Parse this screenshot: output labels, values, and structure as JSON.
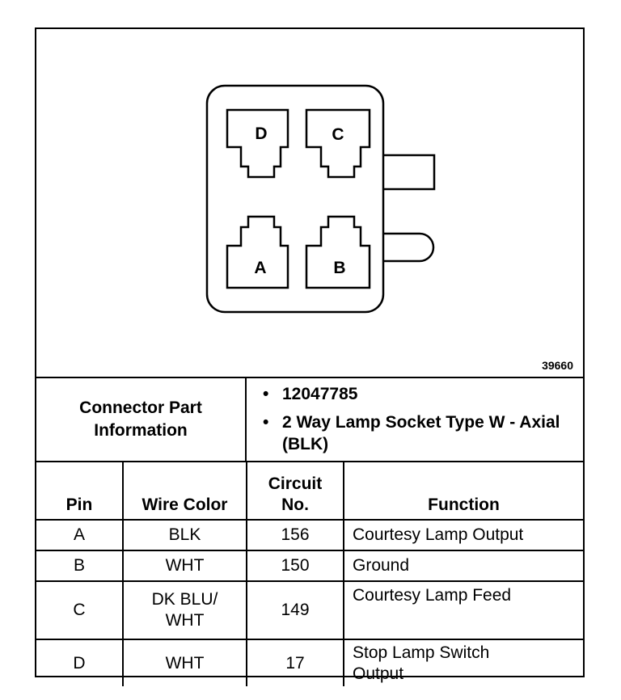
{
  "diagram": {
    "figure_number": "39660",
    "pins": [
      {
        "id": "D"
      },
      {
        "id": "C"
      },
      {
        "id": "A"
      },
      {
        "id": "B"
      }
    ]
  },
  "connector_info": {
    "label": "Connector Part Information",
    "items": [
      "12047785",
      "2 Way Lamp Socket Type W - Axial (BLK)"
    ]
  },
  "table": {
    "headers": {
      "pin": "Pin",
      "wire_color": "Wire Color",
      "circuit": "Circuit No.",
      "function": "Function"
    },
    "rows": [
      {
        "pin": "A",
        "wire_color": "BLK",
        "circuit": "156",
        "function": "Courtesy Lamp Output"
      },
      {
        "pin": "B",
        "wire_color": "WHT",
        "circuit": "150",
        "function": "Ground"
      },
      {
        "pin": "C",
        "wire_color": "DK BLU/ WHT",
        "circuit": "149",
        "function": "Courtesy Lamp Feed"
      },
      {
        "pin": "D",
        "wire_color": "WHT",
        "circuit": "17",
        "function": "Stop Lamp Switch Output"
      }
    ]
  }
}
